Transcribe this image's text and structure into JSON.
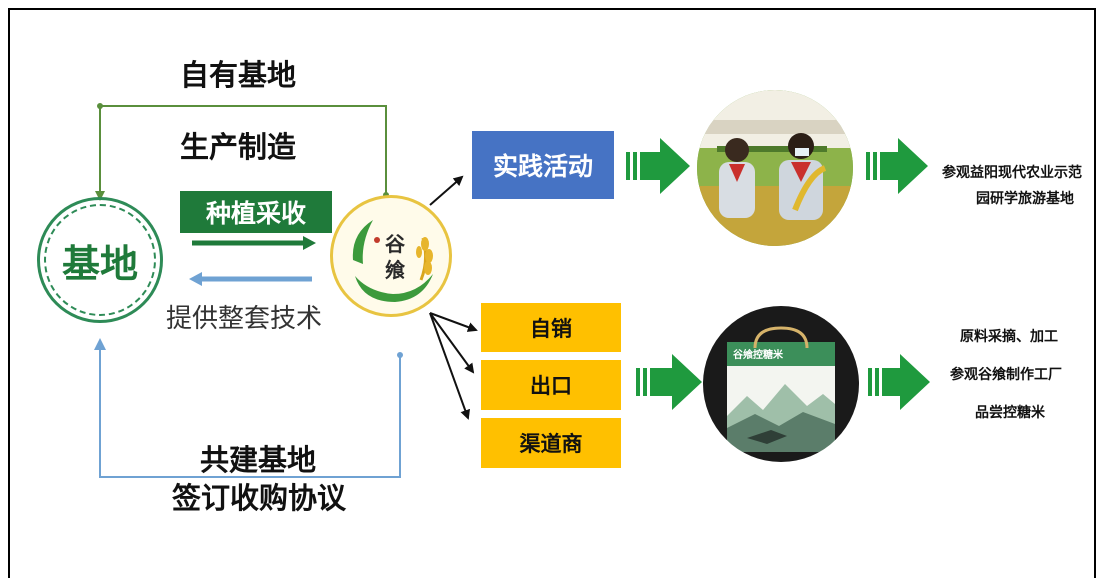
{
  "left": {
    "own_base": "自有基地",
    "production": "生产制造",
    "planting": "种植采收",
    "base": "基地",
    "tech_support": "提供整套技术",
    "co_build": "共建基地",
    "contract": "签订收购协议"
  },
  "logo": {
    "char1": "谷",
    "char2": "飨"
  },
  "practice": {
    "label": "实践活动",
    "desc_line1": "参观益阳现代农业示范",
    "desc_line2": "园研学旅游基地"
  },
  "sales": {
    "channels": [
      "自销",
      "出口",
      "渠道商"
    ],
    "desc_lines": [
      "原料采摘、加工",
      "参观谷飨制作工厂",
      "品尝控糖米"
    ]
  },
  "package": {
    "label": "谷飨控糖米"
  },
  "colors": {
    "green_dark": "#1f7a3a",
    "green_line": "#5a8f3c",
    "blue_line": "#6fa2d3",
    "blue_box": "#4673c4",
    "yellow_box": "#ffc000"
  }
}
